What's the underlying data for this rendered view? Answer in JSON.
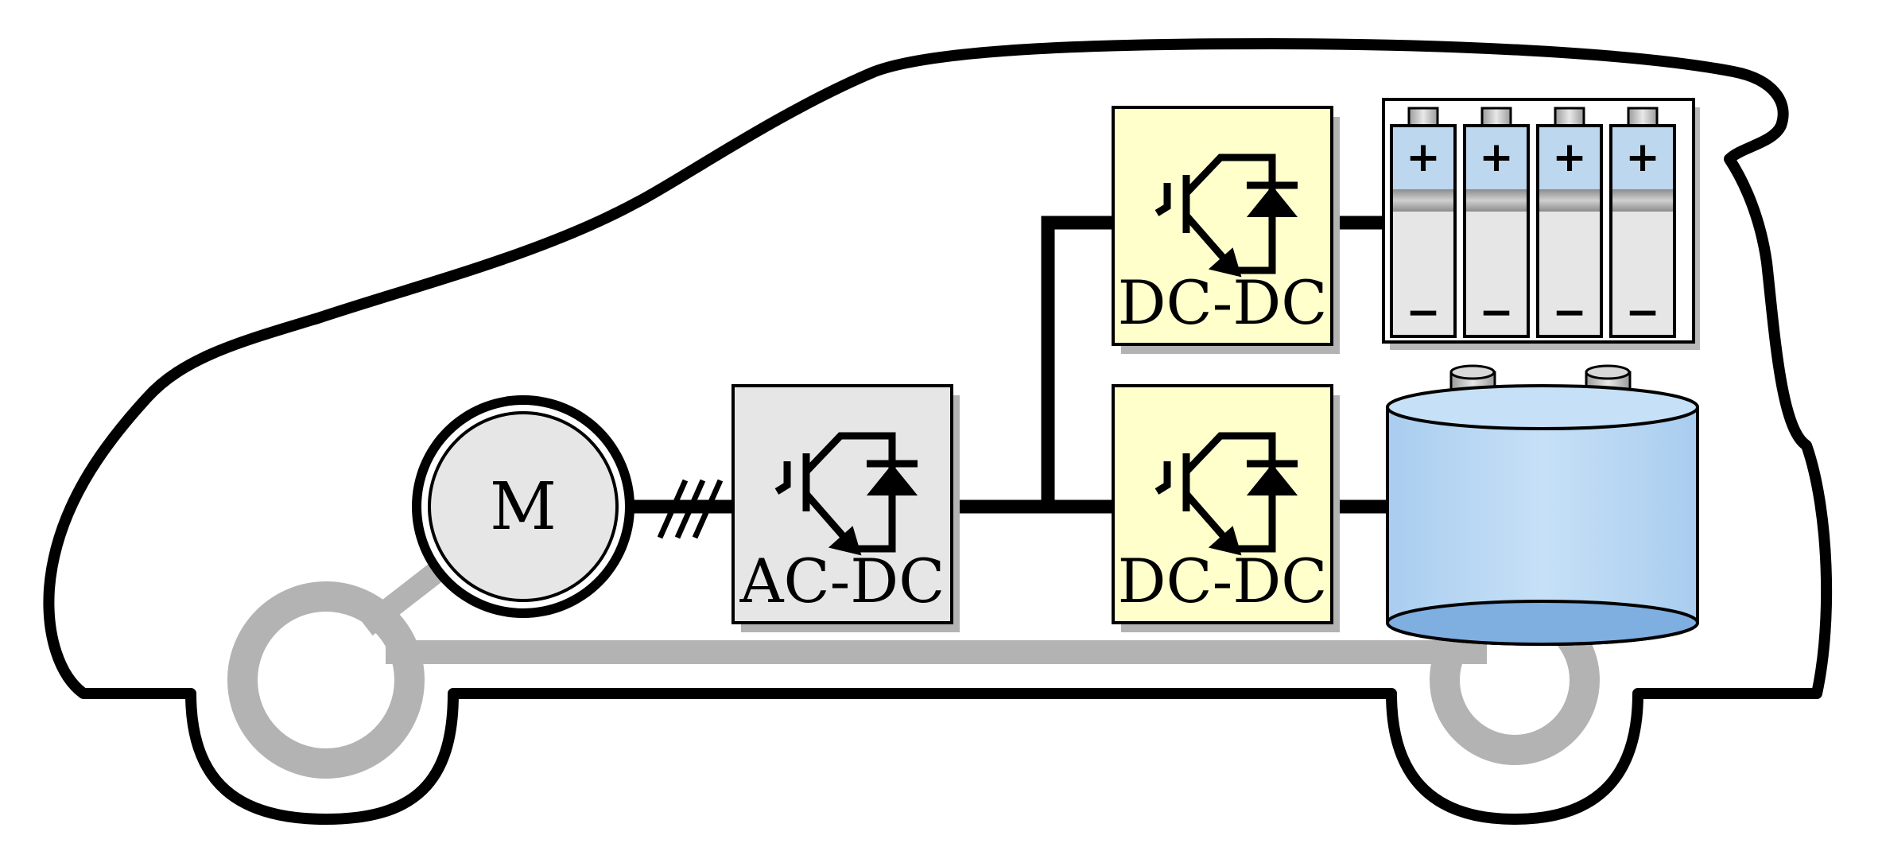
{
  "diagram": {
    "motor": {
      "label": "M"
    },
    "converters": [
      {
        "id": "ac-dc",
        "label": "AC-DC",
        "fill": "#e6e6e6"
      },
      {
        "id": "dc-dc-top",
        "label": "DC-DC",
        "fill": "#ffffcc"
      },
      {
        "id": "dc-dc-bottom",
        "label": "DC-DC",
        "fill": "#ffffcc"
      }
    ],
    "battery_pack": {
      "cells": [
        {
          "plus": "+",
          "minus": "−"
        },
        {
          "plus": "+",
          "minus": "−"
        },
        {
          "plus": "+",
          "minus": "−"
        },
        {
          "plus": "+",
          "minus": "−"
        }
      ]
    },
    "colors": {
      "outline": "#000000",
      "chassis": "#b3b3b3",
      "converter_dc": "#ffffcc",
      "converter_ac": "#e6e6e6",
      "battery_top": "#bdd7ee",
      "battery_body": "#e6e6e6",
      "capacitor_body": "#bdd7ee",
      "capacitor_bottom": "#7faee0"
    }
  }
}
